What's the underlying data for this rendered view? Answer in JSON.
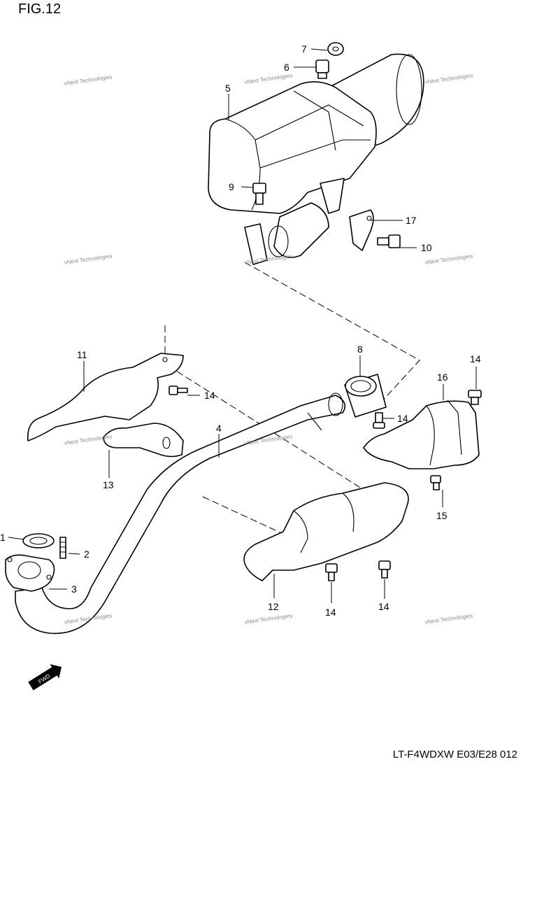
{
  "figure": {
    "title": "FIG.12",
    "model_code": "LT-F4WDXW E03/E28  012",
    "fwd_label": "FWD",
    "watermark_text": "vNext Technologies"
  },
  "callouts": [
    {
      "id": "c1",
      "label": "1"
    },
    {
      "id": "c2",
      "label": "2"
    },
    {
      "id": "c3",
      "label": "3"
    },
    {
      "id": "c4",
      "label": "4"
    },
    {
      "id": "c5",
      "label": "5"
    },
    {
      "id": "c6",
      "label": "6"
    },
    {
      "id": "c7",
      "label": "7"
    },
    {
      "id": "c8",
      "label": "8"
    },
    {
      "id": "c9",
      "label": "9"
    },
    {
      "id": "c10",
      "label": "10"
    },
    {
      "id": "c11",
      "label": "11"
    },
    {
      "id": "c12",
      "label": "12"
    },
    {
      "id": "c13",
      "label": "13"
    },
    {
      "id": "c14a",
      "label": "14"
    },
    {
      "id": "c14b",
      "label": "14"
    },
    {
      "id": "c14c",
      "label": "14"
    },
    {
      "id": "c14d",
      "label": "14"
    },
    {
      "id": "c14e",
      "label": "14"
    },
    {
      "id": "c15",
      "label": "15"
    },
    {
      "id": "c16",
      "label": "16"
    },
    {
      "id": "c17",
      "label": "17"
    }
  ]
}
